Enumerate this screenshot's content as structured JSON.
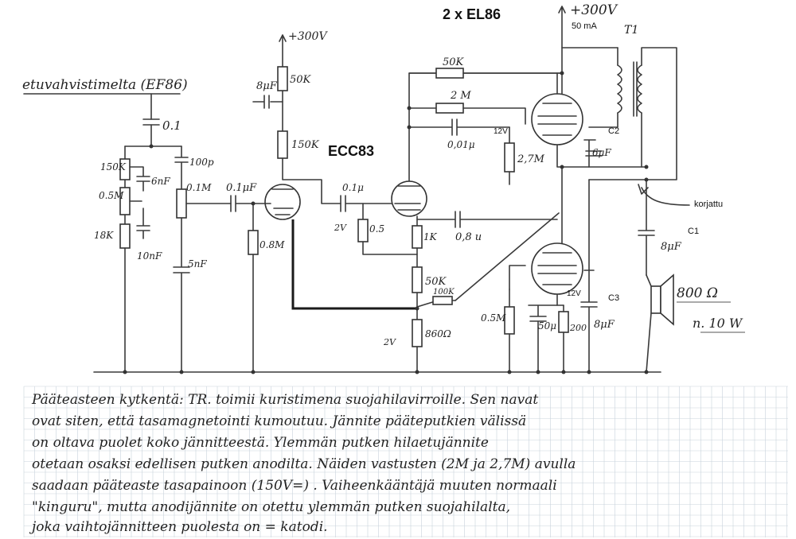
{
  "schematic": {
    "labels": {
      "input": "etuvahvistimelta (EF86)",
      "tube_pair": "2 x EL86",
      "driver_tube": "ECC83",
      "supply_main": "+300V",
      "supply_current": "50 mA",
      "supply_small": "+300V",
      "transformer": "T1",
      "c2": "C2",
      "c1": "C1",
      "c3": "C3",
      "korjattu": "korjattu",
      "v12_top": "12V",
      "v12_bottom": "12V",
      "v2_left": "2V",
      "v2_bottom": "2V"
    },
    "components": {
      "r50k_top": "50K",
      "r2m": "2 M",
      "c001": "0,01μ",
      "r2_7m": "2,7M",
      "c6uf": "6μF",
      "r50k_anode": "50K",
      "c8uf_dec": "8μF",
      "r150k_anode": "150K",
      "c01_in": "0.1",
      "r150k_tone": "150K",
      "c6nf": "6nF",
      "r05m_tone": "0.5M",
      "r18k": "18K",
      "c10nf": "10nF",
      "c100p": "100p",
      "r01m": "0.1M",
      "c5nf": "5nF",
      "c01uf_grid": "0.1μF",
      "r08m": "0.8M",
      "c01u_couple": "0.1μ",
      "r05_cath": "0.5",
      "r1k": "1K",
      "c08u": "0,8 u",
      "r50k_fb": "50K",
      "r100k": "100K",
      "r860": "860Ω",
      "r05m_out": "0.5M",
      "c50u": "50μ",
      "r200": "200",
      "c8uf_c3": "8μF",
      "c8uf_c1": "8μF",
      "speaker_ohm": "800 Ω",
      "speaker_w": "n. 10 W"
    },
    "notes": [
      "Pääteasteen kytkentä:  TR. toimii kuristimena suojahilavirroille. Sen navat",
      "ovat siten, että tasamagnetointi kumoutuu. Jännite pääteputkien välissä",
      "on oltava puolet koko jännitteestä. Ylemmän putken hilaetujännite",
      "otetaan osaksi edellisen putken anodilta. Näiden vastusten (2M ja 2,7M) avulla",
      "saadaan pääteaste tasapainoon (150V=) . Vaiheenkääntäjä muuten normaali",
      "\"kinguru\", mutta anodijännite on otettu ylemmän putken suojahilalta,",
      "joka vaihtojännitteen puolesta on = katodi."
    ]
  }
}
